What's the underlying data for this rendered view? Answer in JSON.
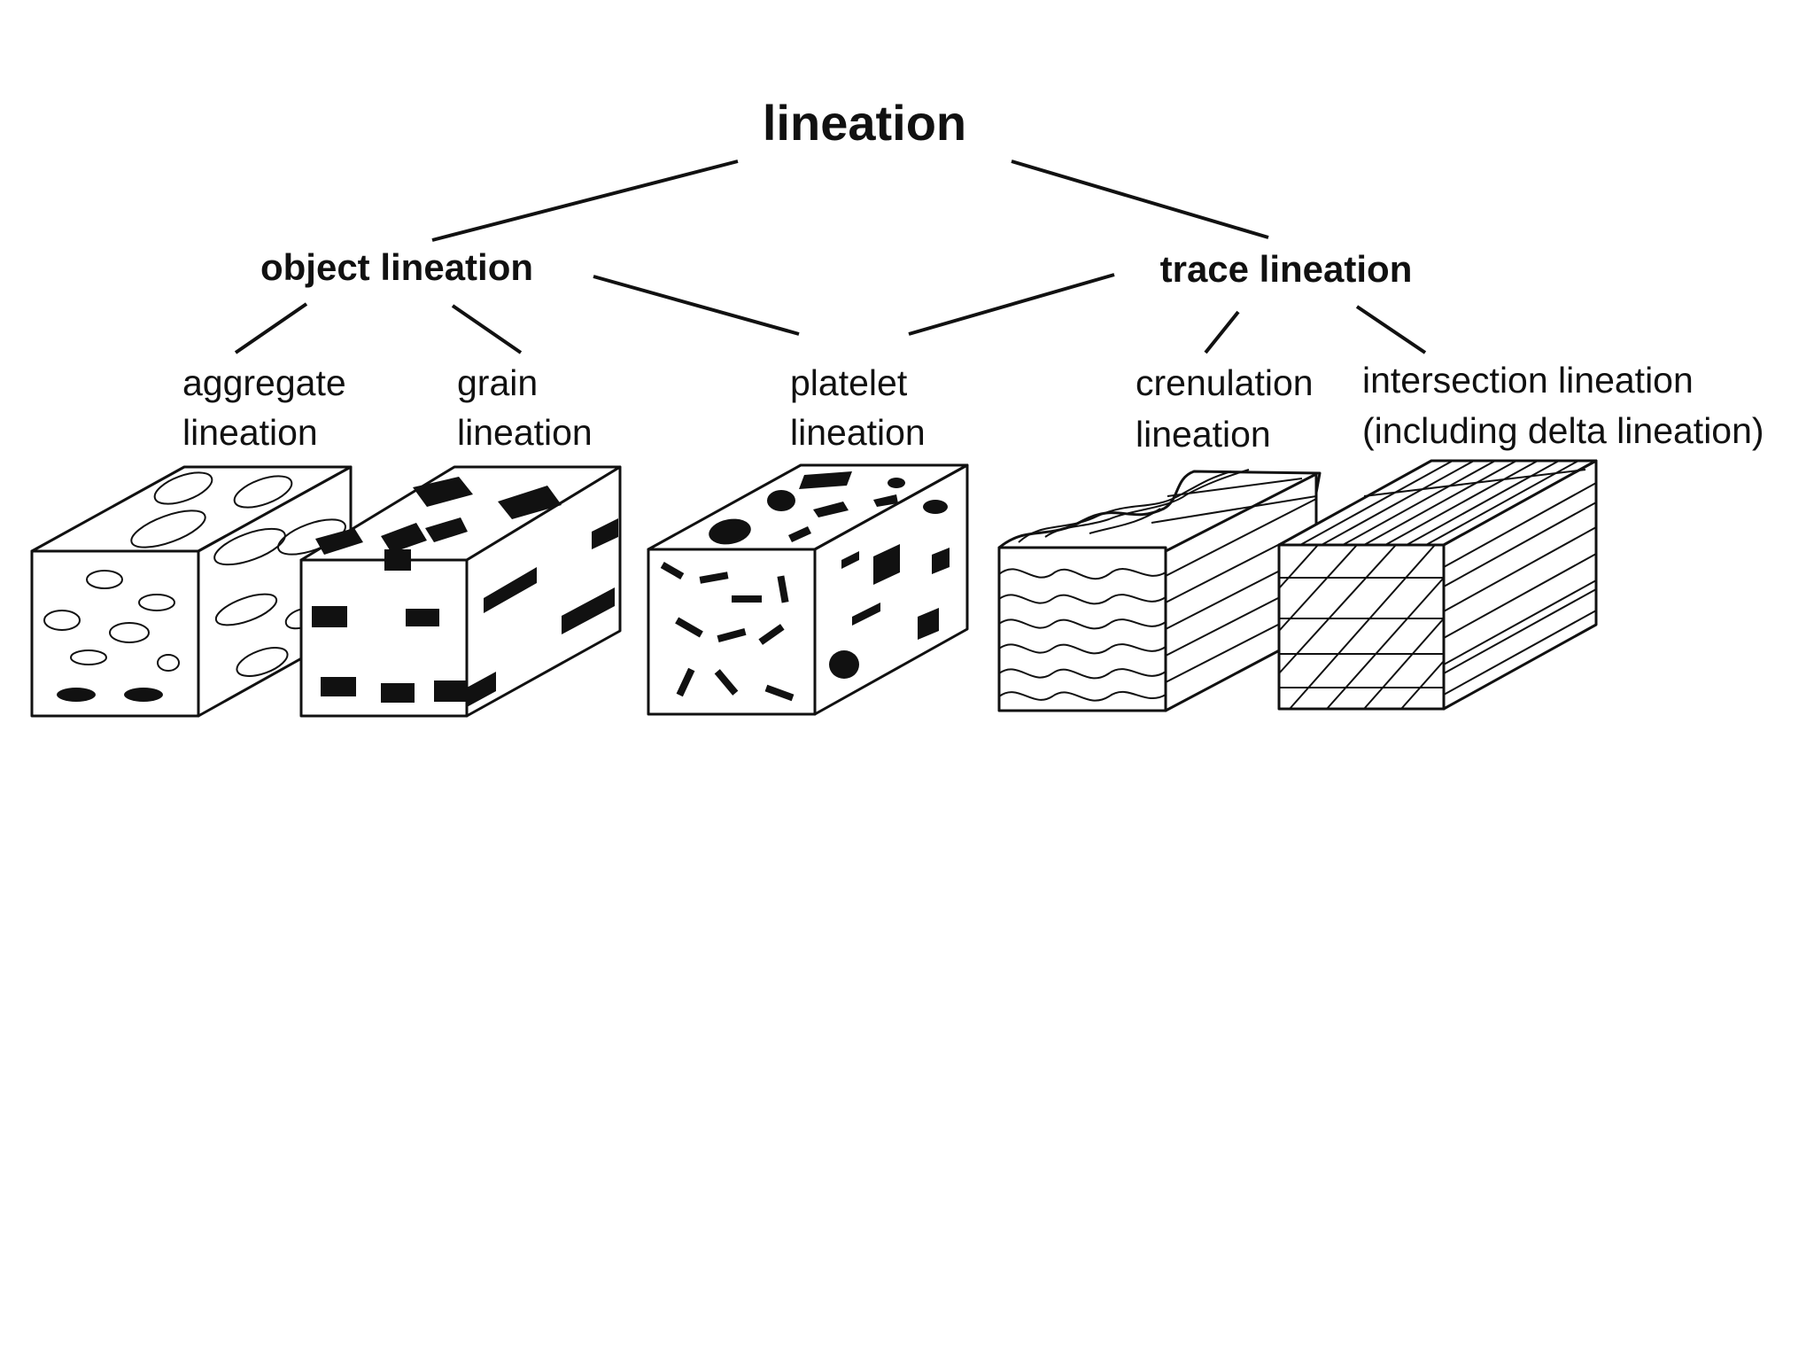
{
  "title": "lineation",
  "categories": {
    "object": "object lineation",
    "trace": "trace lineation"
  },
  "leaves": {
    "aggregate": [
      "aggregate",
      "lineation"
    ],
    "grain": [
      "grain",
      "lineation"
    ],
    "platelet": [
      "platelet",
      "lineation"
    ],
    "crenulation": [
      "crenulation",
      "lineation"
    ],
    "intersection": [
      "intersection lineation",
      "(including delta lineation)"
    ]
  }
}
